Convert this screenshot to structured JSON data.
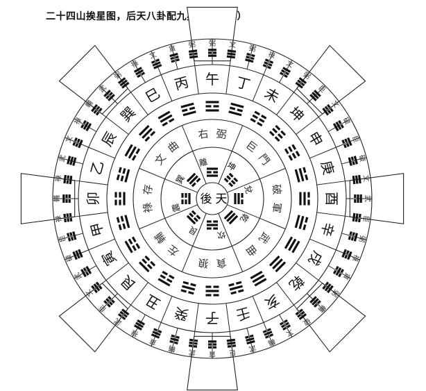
{
  "title": "二十四山挨星图，后天八卦配九星（陈益峰）",
  "center": {
    "left": "後",
    "right": "天"
  },
  "palace_labels": [
    "離",
    "坤",
    "兌",
    "乾",
    "坎",
    "艮",
    "震",
    "巽"
  ],
  "stars_inner": [
    "右弼",
    "巨門",
    "破軍",
    "武曲",
    "貪狼",
    "左輔",
    "祿存",
    "文曲"
  ],
  "mountains": [
    "午",
    "丁",
    "未",
    "坤",
    "申",
    "庚",
    "酉",
    "辛",
    "戌",
    "乾",
    "亥",
    "壬",
    "子",
    "癸",
    "丑",
    "艮",
    "寅",
    "甲",
    "卯",
    "乙",
    "辰",
    "巽",
    "巳",
    "丙"
  ],
  "outer_stars": [
    "弼",
    "文",
    "弼",
    "祿",
    "文",
    "弼",
    "巨",
    "文",
    "破",
    "巨",
    "破",
    "文",
    "武",
    "巨",
    "弼",
    "祿",
    "貪",
    "弼",
    "輔",
    "破",
    "文",
    "輔",
    "武",
    "巨",
    "貪",
    "武",
    "輔",
    "貪",
    "祿",
    "武",
    "巨",
    "文",
    "武",
    "破",
    "巨",
    "祿",
    "輔",
    "祿",
    "武",
    "文",
    "祿",
    "輔",
    "武",
    "弼",
    "祿",
    "文",
    "貪",
    "弼"
  ],
  "trigram_colors": {
    "ink": "#111111",
    "line": "#222222"
  }
}
